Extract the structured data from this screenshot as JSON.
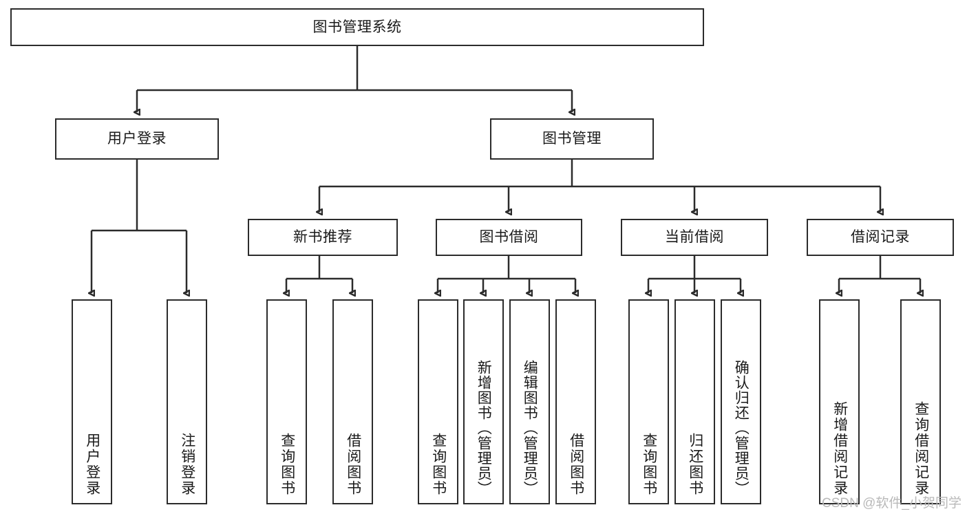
{
  "diagram": {
    "title": "图书管理系统",
    "watermark": "CSDN @软件_小贺同学",
    "type": "tree-hierarchy-diagram",
    "colors": {
      "stroke": "#2b2b2b",
      "fill": "#ffffff",
      "text": "#1a1a1a",
      "watermark": "#b9b9b9"
    },
    "root": {
      "label": "图书管理系统"
    },
    "level2": [
      {
        "label": "用户登录"
      },
      {
        "label": "图书管理"
      }
    ],
    "level3": [
      {
        "label": "新书推荐"
      },
      {
        "label": "图书借阅"
      },
      {
        "label": "当前借阅"
      },
      {
        "label": "借阅记录"
      }
    ],
    "leaves": {
      "user_login": [
        {
          "label": "用户登录"
        },
        {
          "label": "注销登录"
        }
      ],
      "new_book_recommend": [
        {
          "label": "查询图书"
        },
        {
          "label": "借阅图书"
        }
      ],
      "book_borrow": [
        {
          "label": "查询图书"
        },
        {
          "label": "新增图书（管理员）"
        },
        {
          "label": "编辑图书（管理员）"
        },
        {
          "label": "借阅图书"
        }
      ],
      "current_borrow": [
        {
          "label": "查询图书"
        },
        {
          "label": "归还图书"
        },
        {
          "label": "确认归还（管理员）"
        }
      ],
      "borrow_record": [
        {
          "label": "新增借阅记录"
        },
        {
          "label": "查询借阅记录"
        }
      ]
    }
  }
}
